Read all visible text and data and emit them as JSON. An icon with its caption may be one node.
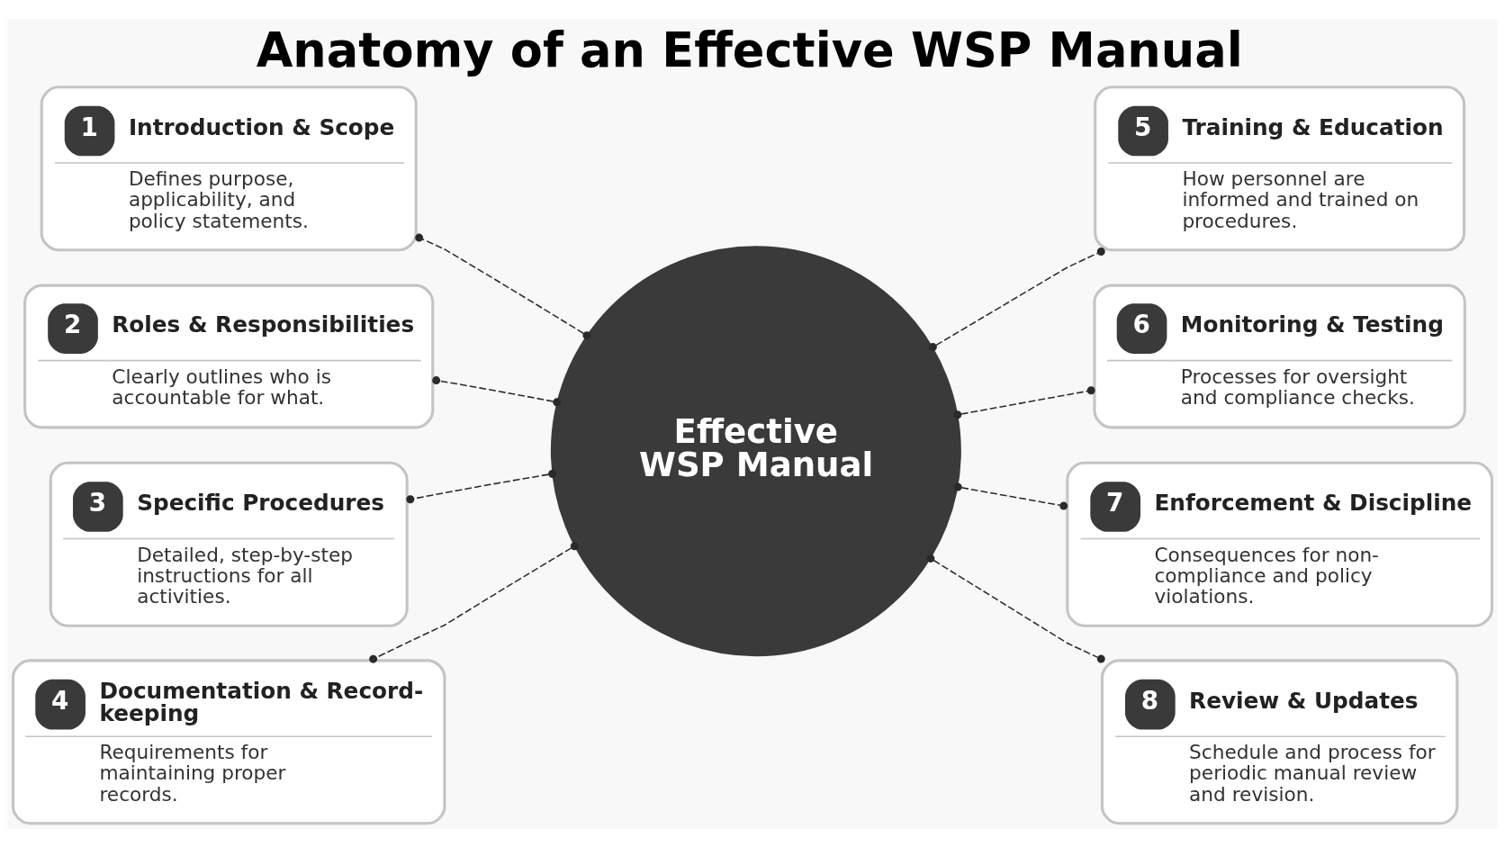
{
  "diagram": {
    "title": "Anatomy of an Effective WSP Manual",
    "nodes": [
      {
        "text": [
          "Effective WSP Manual"
        ]
      },
      {
        "text": [
          "1",
          "Introduction & Scope",
          "Defines purpose, applicability, and policy statements."
        ]
      },
      {
        "text": [
          "2",
          "Roles & Responsibilities",
          "Clearly outlines who is accountable for what."
        ]
      },
      {
        "text": [
          "3",
          "Specific Procedures",
          "Detailed, step-by-step instructions for all activities."
        ]
      },
      {
        "text": [
          "4",
          "Documentation & Record-keeping",
          "Requirements for maintaining proper records."
        ]
      },
      {
        "text": [
          "5",
          "Training & Education",
          "How personnel are informed and trained on procedures."
        ]
      },
      {
        "text": [
          "6",
          "Monitoring & Testing",
          "Processes for oversight and compliance checks."
        ]
      },
      {
        "text": [
          "7",
          "Enforcement & Discipline",
          "Consequences for non-compliance and policy violations."
        ]
      },
      {
        "text": [
          "8",
          "Review & Updates",
          "Schedule and process for periodic manual review and revision."
        ]
      }
    ],
    "edges": [
      {
        "from": 0,
        "to": 1,
        "arrow": "other",
        "style": "dashed"
      },
      {
        "from": 0,
        "to": 2,
        "arrow": "other",
        "style": "dashed"
      },
      {
        "from": 0,
        "to": 3,
        "arrow": "other",
        "style": "dashed"
      },
      {
        "from": 0,
        "to": 4,
        "arrow": "other",
        "style": "dashed"
      },
      {
        "from": 0,
        "to": 5,
        "arrow": "other",
        "style": "dashed"
      },
      {
        "from": 0,
        "to": 6,
        "arrow": "other",
        "style": "dashed"
      },
      {
        "from": 0,
        "to": 7,
        "arrow": "other",
        "style": "dashed"
      },
      {
        "from": 0,
        "to": 8,
        "arrow": "other",
        "style": "dashed"
      }
    ]
  }
}
